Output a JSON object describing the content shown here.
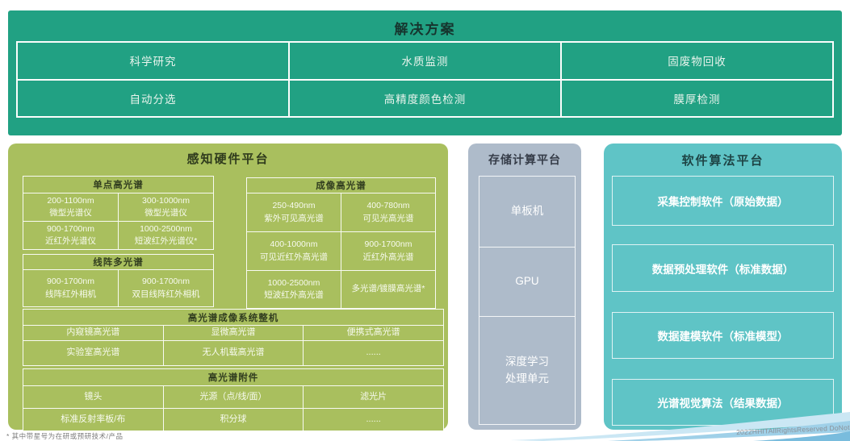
{
  "solutions": {
    "title": "解决方案",
    "items": [
      "科学研究",
      "水质监测",
      "固废物回收",
      "自动分选",
      "高精度颜色检测",
      "膜厚检测"
    ]
  },
  "hardware": {
    "title": "感知硬件平台",
    "single_point": {
      "header": "单点高光谱",
      "cells": [
        {
          "range": "200-1100nm",
          "name": "微型光谱仪"
        },
        {
          "range": "300-1000nm",
          "name": "微型光谱仪"
        },
        {
          "range": "900-1700nm",
          "name": "近红外光谱仪"
        },
        {
          "range": "1000-2500nm",
          "name": "短波红外光谱仪*"
        }
      ]
    },
    "line_array": {
      "header": "线阵多光谱",
      "cells": [
        {
          "range": "900-1700nm",
          "name": "线阵红外相机"
        },
        {
          "range": "900-1700nm",
          "name": "双目线阵红外相机"
        }
      ]
    },
    "imaging": {
      "header": "成像高光谱",
      "cells": [
        {
          "range": "250-490nm",
          "name": "紫外可见高光谱"
        },
        {
          "range": "400-780nm",
          "name": "可见光高光谱"
        },
        {
          "range": "400-1000nm",
          "name": "可见近红外高光谱"
        },
        {
          "range": "900-1700nm",
          "name": "近红外高光谱"
        },
        {
          "range": "1000-2500nm",
          "name": "短波红外高光谱"
        },
        {
          "range": "",
          "name": "多光谱/镀膜高光谱*"
        }
      ]
    },
    "system": {
      "header": "高光谱成像系统整机",
      "cells": [
        "内窥镜高光谱",
        "显微高光谱",
        "便携式高光谱",
        "实验室高光谱",
        "无人机载高光谱",
        "......"
      ]
    },
    "accessories": {
      "header": "高光谱附件",
      "cells": [
        "镜头",
        "光源（点/线/面）",
        "滤光片",
        "标准反射率板/布",
        "积分球",
        "......"
      ]
    }
  },
  "storage": {
    "title": "存储计算平台",
    "cells": [
      "单板机",
      "GPU",
      "深度学习\n处理单元"
    ]
  },
  "software": {
    "title": "软件算法平台",
    "items": [
      "采集控制软件（原始数据）",
      "数据预处理软件（标准数据）",
      "数据建模软件（标准模型）",
      "光谱视觉算法（结果数据）"
    ]
  },
  "footnote": "* 其中带星号为在研或预研技术/产品",
  "watermark": "2022HHITAllRightsReserved DoNot",
  "colors": {
    "solutions_bg": "#21a183",
    "hardware_bg": "#a9bf5e",
    "storage_bg": "#aebbca",
    "software_bg": "#5fc4c6"
  }
}
